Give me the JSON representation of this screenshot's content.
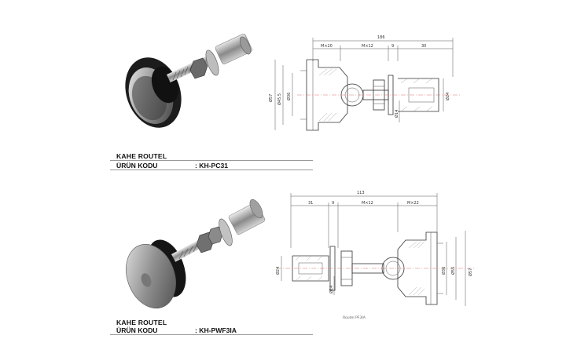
{
  "products": [
    {
      "title": "KAHE ROUTEL",
      "code_label": "ÜRÜN KODU",
      "code_value": ": KH-PC31",
      "dims": {
        "overall": "186",
        "m_left": "M×20",
        "m_mid": "M×12",
        "m_right": "30",
        "d57": "Ø57",
        "d45": "Ø45.5",
        "d36": "Ø36",
        "d14": "Ø14",
        "d24": "Ø24",
        "nine": "9"
      },
      "drawing_caption": ""
    },
    {
      "title": "KAHE ROUTEL",
      "code_label": "ÜRÜN KODU",
      "code_value": ": KH-PWF3IA",
      "dims": {
        "overall": "113",
        "m_left": "31",
        "m_mid9": "9",
        "m_mid": "M×12",
        "m_right": "M×22",
        "d24": "Ø24",
        "d14": "Ø14",
        "d36": "Ø36",
        "d55": "Ø55",
        "d57": "Ø57"
      },
      "drawing_caption": "Routel PF3IA"
    }
  ],
  "colors": {
    "metal_dark": "#2a2a2a",
    "metal_light": "#c9c9c9",
    "line": "#444444",
    "dim_line": "#e07070"
  }
}
